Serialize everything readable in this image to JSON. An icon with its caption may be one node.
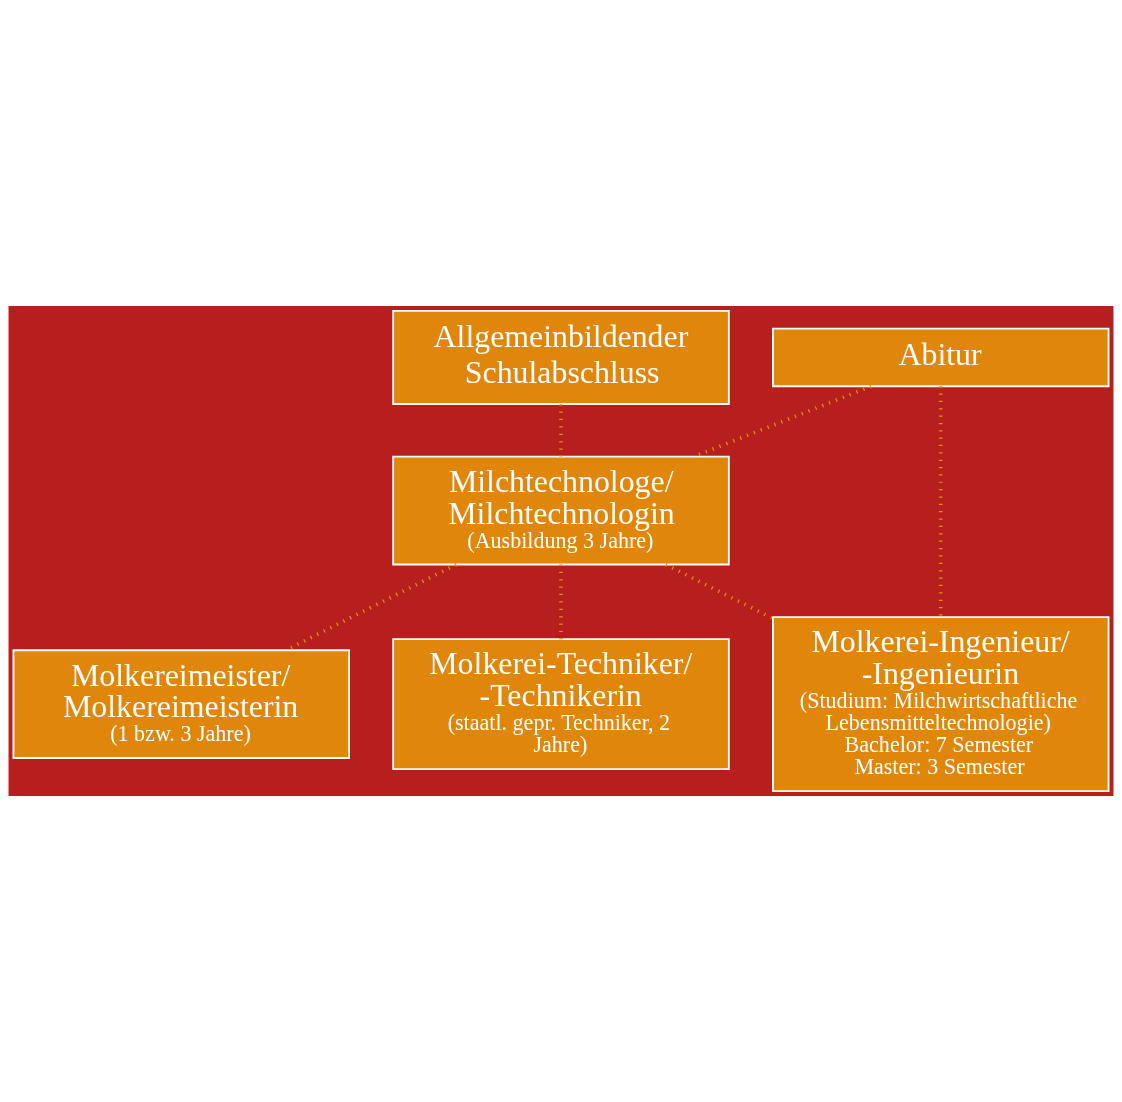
{
  "diagram": {
    "nodes": [
      {
        "text": [
          "Allgemeinbildender Schulabschluss"
        ]
      },
      {
        "text": [
          "Abitur"
        ]
      },
      {
        "text": [
          "Milchtechnologe/ Milchtechnologin",
          "(Ausbildung 3 Jahre)"
        ]
      },
      {
        "text": [
          "Molkereimeister/ Molkereimeisterin",
          "(1 bzw. 3 Jahre)"
        ]
      },
      {
        "text": [
          "Molkerei-Techniker/ -Technikerin",
          "(staatl. gepr. Techniker, 2 Jahre)"
        ]
      },
      {
        "text": [
          "Molkerei-Ingenieur/ -Ingenieurin",
          "(Studium: Milchwirtschaftliche Lebensmitteltechnologie)",
          "Bachelor: 7 Semester",
          "Master: 3 Semester"
        ]
      }
    ],
    "edges": [
      {
        "from": 0,
        "to": 2,
        "arrow": "none"
      },
      {
        "from": 1,
        "to": 2,
        "arrow": "none"
      },
      {
        "from": 2,
        "to": 3,
        "arrow": "none"
      },
      {
        "from": 2,
        "to": 4,
        "arrow": "none"
      },
      {
        "from": 1,
        "to": 5,
        "arrow": "none"
      },
      {
        "from": 2,
        "to": 5,
        "arrow": "none"
      }
    ]
  }
}
